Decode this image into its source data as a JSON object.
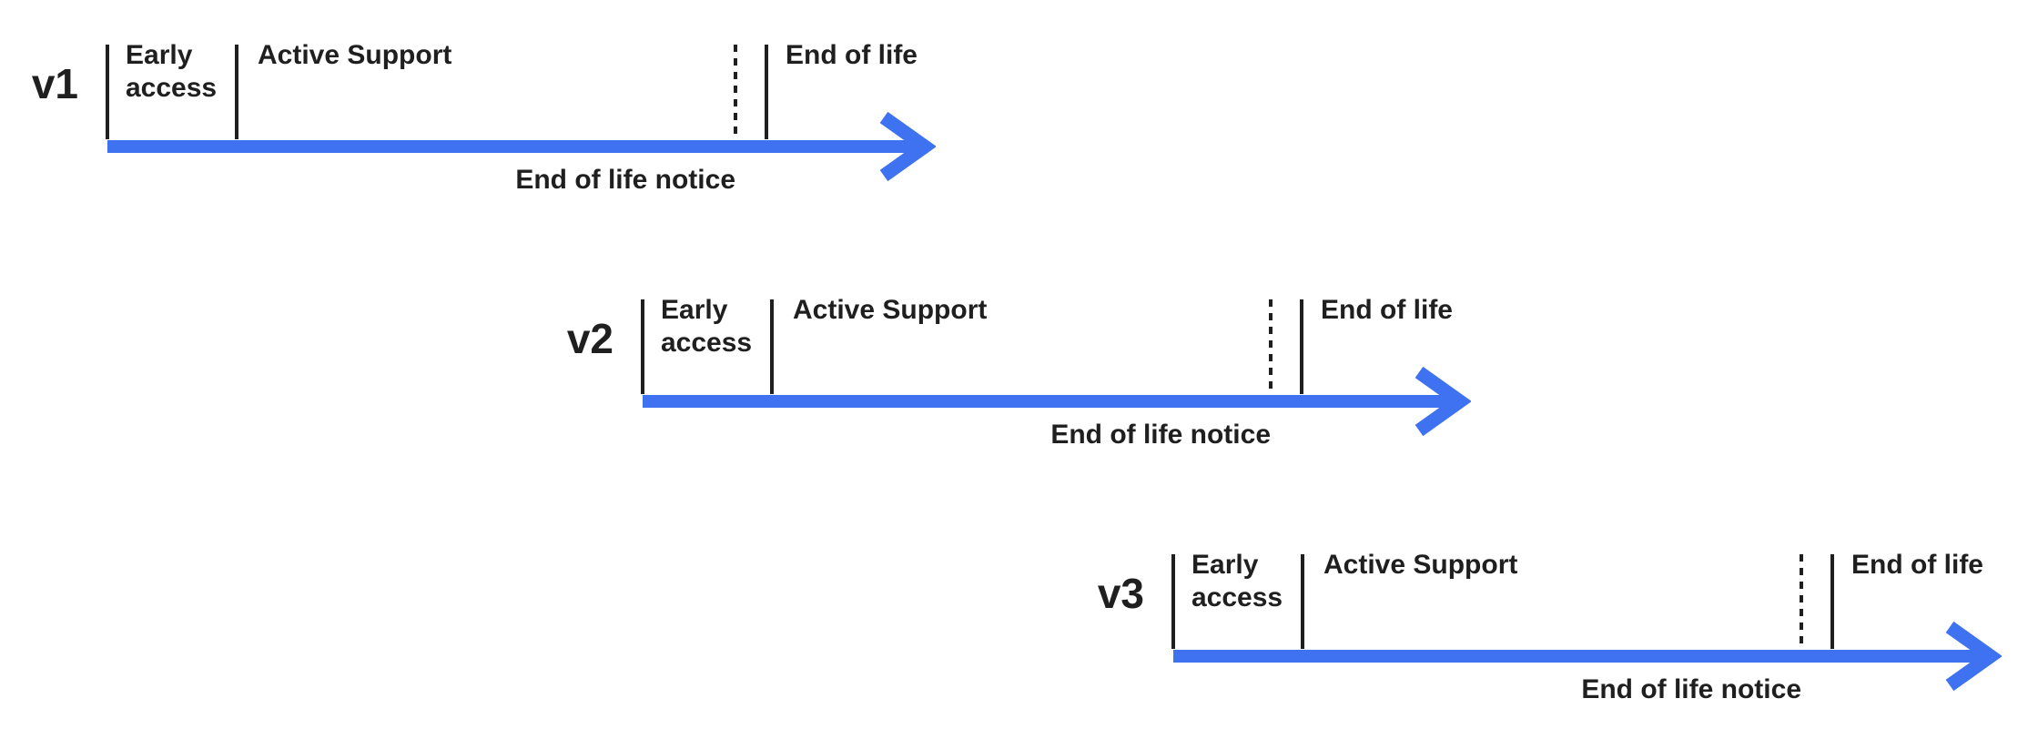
{
  "diagram": {
    "type": "version-lifecycle-timelines",
    "colors": {
      "arrow_blue": "#3e72f1",
      "line_black": "#1f1f1f",
      "background": "#ffffff"
    },
    "rows": [
      {
        "version": "v1",
        "early_access": "Early access",
        "active_support": "Active Support",
        "end_of_life": "End of life",
        "eol_notice": "End of life notice"
      },
      {
        "version": "v2",
        "early_access": "Early access",
        "active_support": "Active Support",
        "end_of_life": "End of life",
        "eol_notice": "End of life notice"
      },
      {
        "version": "v3",
        "early_access": "Early access",
        "active_support": "Active Support",
        "end_of_life": "End of life",
        "eol_notice": "End of life notice"
      }
    ]
  }
}
